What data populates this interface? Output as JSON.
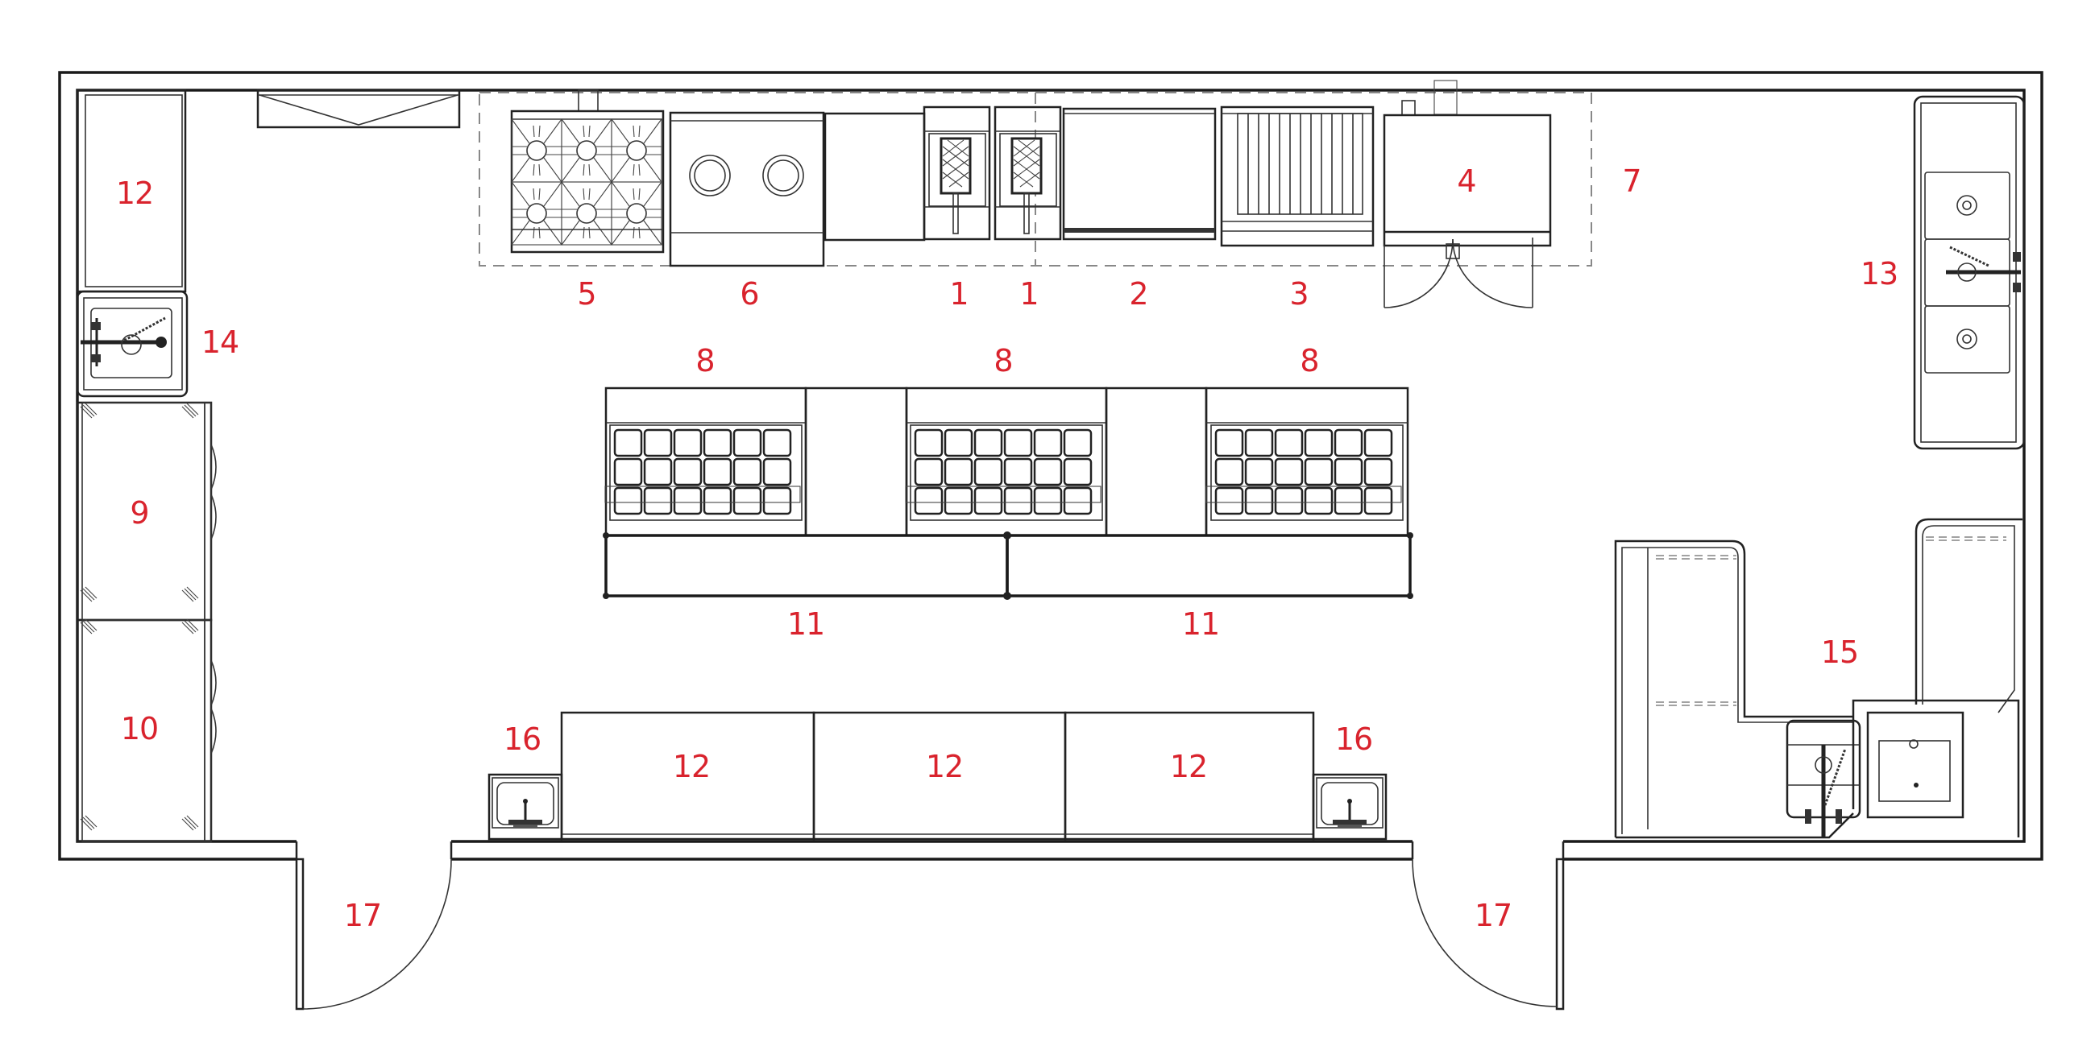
{
  "title": "Commercial kitchen floor plan",
  "label_color": "#D9232D",
  "line_color": "#1a1a1a",
  "labels": {
    "fryer_a": "1",
    "fryer_b": "1",
    "item_2": "2",
    "item_3": "3",
    "item_4": "4",
    "item_5": "5",
    "item_6": "6",
    "hood_7": "7",
    "prep_8_a": "8",
    "prep_8_b": "8",
    "prep_8_c": "8",
    "cooler_9": "9",
    "freezer_10": "10",
    "table_11_a": "11",
    "table_11_b": "11",
    "counter_12_top": "12",
    "counter_12_a": "12",
    "counter_12_b": "12",
    "counter_12_c": "12",
    "sink_13": "13",
    "sink_14": "14",
    "dish_15": "15",
    "handsink_16_a": "16",
    "handsink_16_b": "16",
    "door_17_a": "17",
    "door_17_b": "17"
  },
  "equipment": [
    {
      "id": "1",
      "name": "fryer",
      "count": 2
    },
    {
      "id": "2",
      "name": "griddle"
    },
    {
      "id": "3",
      "name": "charbroiler"
    },
    {
      "id": "4",
      "name": "convection-oven"
    },
    {
      "id": "5",
      "name": "six-burner-range"
    },
    {
      "id": "6",
      "name": "double-stock-pot-range"
    },
    {
      "id": "7",
      "name": "exhaust-hood"
    },
    {
      "id": "8",
      "name": "refrigerated-prep-table",
      "count": 3
    },
    {
      "id": "9",
      "name": "reach-in-cooler"
    },
    {
      "id": "10",
      "name": "reach-in-freezer"
    },
    {
      "id": "11",
      "name": "work-table",
      "count": 2
    },
    {
      "id": "12",
      "name": "storage-counter",
      "count": 4
    },
    {
      "id": "13",
      "name": "three-compartment-sink"
    },
    {
      "id": "14",
      "name": "hand-sink"
    },
    {
      "id": "15",
      "name": "dishwashing-station"
    },
    {
      "id": "16",
      "name": "hand-sink",
      "count": 2
    },
    {
      "id": "17",
      "name": "entry-door",
      "count": 2
    }
  ]
}
